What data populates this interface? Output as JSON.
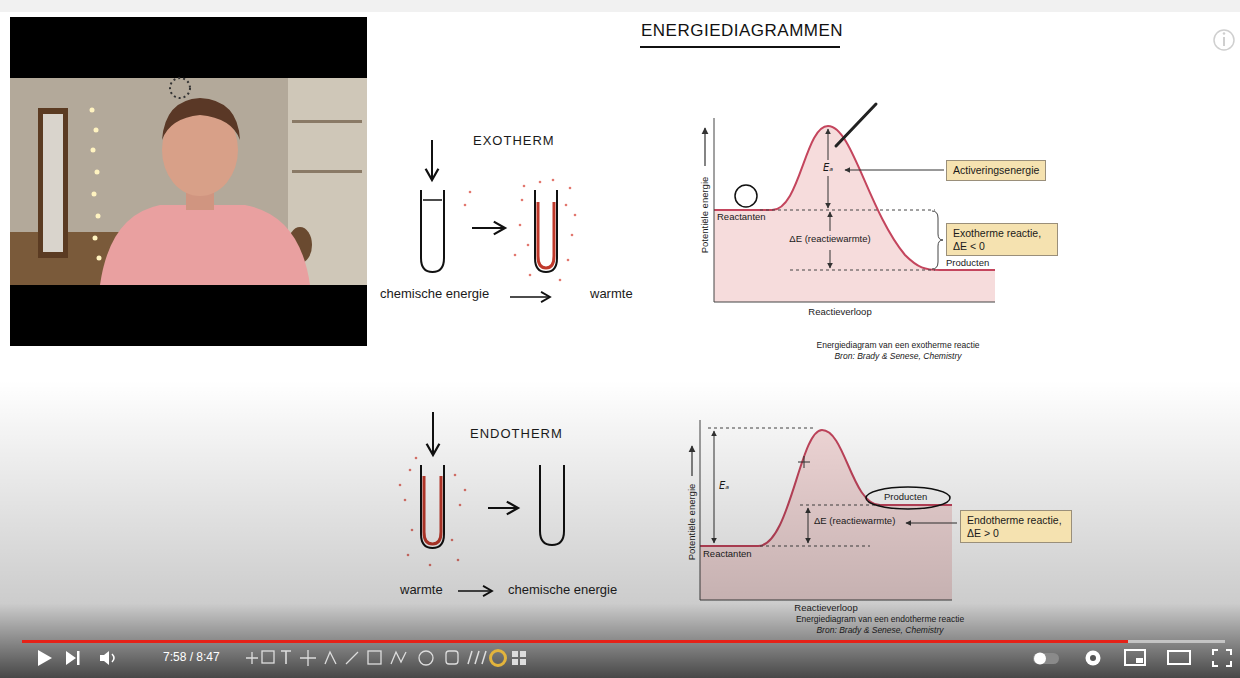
{
  "diagram": {
    "title": "ENERGIEDIAGRAMMEN",
    "nodes": [
      {
        "text": [
          "Activeringsenergie"
        ]
      },
      {
        "text": [
          "Exotherme reactie, ΔE < 0"
        ]
      },
      {
        "text": [
          "Endotherme reactie, ΔE > 0"
        ]
      }
    ],
    "labels": [
      "EXOTHERM",
      "chemische energie",
      "warmte",
      "Potentiële energie",
      "Reactanten",
      "Eₐ",
      "ΔE (reactiewarmte)",
      "Producten",
      "Reactieverloop",
      "Energiediagram van een exotherme reactie",
      "Bron: Brady & Senese, Chemistry",
      "ENDOTHERM",
      "warmte",
      "chemische energie",
      "Potentiële energie",
      "Eₐ",
      "Producten",
      "ΔE (reactiewarmte)",
      "Reactanten",
      "Reactieverloop",
      "Energiediagram van een endotherme reactie",
      "Bron: Brady & Senese, Chemistry",
      "7:58 / 8:47"
    ]
  }
}
